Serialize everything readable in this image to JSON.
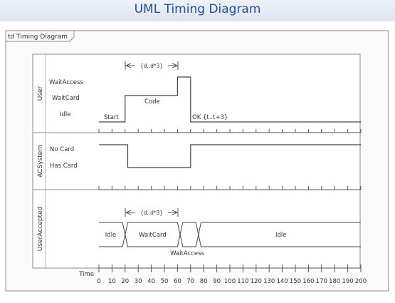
{
  "header": {
    "title": "UML Timing Diagram"
  },
  "frame": {
    "label": "td Timing Diagram"
  },
  "colors": {
    "title": "#1f4fa8",
    "line": "#555555",
    "frame": "#8a8a8a",
    "panel": "#fafafa"
  },
  "lifelines": {
    "user": {
      "name": "User",
      "states": [
        "WaitAccess",
        "WaitCard",
        "Idle"
      ],
      "timeline": [
        [
          0,
          "Idle"
        ],
        [
          20,
          "WaitCard"
        ],
        [
          60,
          "WaitAccess"
        ],
        [
          70,
          "Idle"
        ],
        [
          200,
          "Idle"
        ]
      ],
      "labels": {
        "start": "Start",
        "code": "Code",
        "ok": "OK {t..t+3}"
      },
      "duration_constraint": {
        "text": "{d..d*3}",
        "from": 20,
        "to": 60
      }
    },
    "acsystem": {
      "name": "ACSystem",
      "states": [
        "No Card",
        "Has Card"
      ],
      "timeline": [
        [
          0,
          "No Card"
        ],
        [
          22,
          "Has Card"
        ],
        [
          70,
          "No Card"
        ],
        [
          200,
          "No Card"
        ]
      ]
    },
    "useraccepted": {
      "name": "UserAccepted",
      "segments": [
        {
          "label": "Idle",
          "from": 0,
          "to": 18
        },
        {
          "label": "WaitCard",
          "from": 22,
          "to": 60
        },
        {
          "label": "",
          "from": 64,
          "to": 74
        },
        {
          "label": "Idle",
          "from": 78,
          "to": 200
        }
      ],
      "below_label": "WaitAccess",
      "duration_constraint": {
        "text": "{d..d*3}",
        "from": 20,
        "to": 60
      }
    }
  },
  "axis": {
    "label": "Time",
    "min": 0,
    "max": 200,
    "step": 10,
    "ticks": [
      "0",
      "10",
      "20",
      "30",
      "40",
      "50",
      "60",
      "70",
      "80",
      "90",
      "100",
      "110",
      "120",
      "130",
      "140",
      "150",
      "160",
      "170",
      "180",
      "190",
      "200"
    ]
  }
}
